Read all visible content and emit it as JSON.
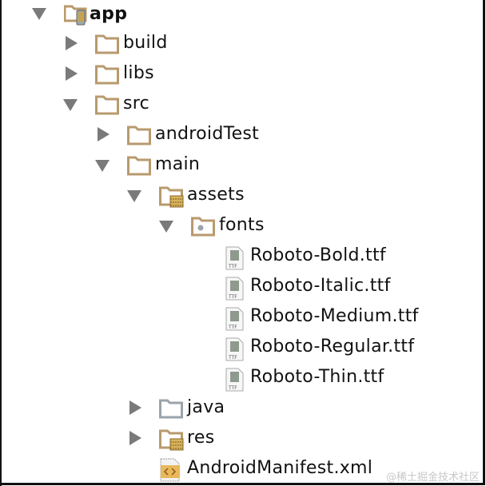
{
  "tree": {
    "root": {
      "label": "app",
      "expanded": true,
      "icon": "module-folder-icon"
    },
    "items": [
      {
        "label": "build",
        "depth": 1,
        "state": "collapsed",
        "icon": "folder-icon"
      },
      {
        "label": "libs",
        "depth": 1,
        "state": "collapsed",
        "icon": "folder-icon"
      },
      {
        "label": "src",
        "depth": 1,
        "state": "expanded",
        "icon": "folder-icon"
      },
      {
        "label": "androidTest",
        "depth": 2,
        "state": "collapsed",
        "icon": "folder-icon"
      },
      {
        "label": "main",
        "depth": 2,
        "state": "expanded",
        "icon": "folder-icon"
      },
      {
        "label": "assets",
        "depth": 3,
        "state": "expanded",
        "icon": "resource-folder-icon"
      },
      {
        "label": "fonts",
        "depth": 4,
        "state": "expanded",
        "icon": "package-folder-icon"
      },
      {
        "label": "Roboto-Bold.ttf",
        "depth": 5,
        "state": "leaf",
        "icon": "ttf-file-icon"
      },
      {
        "label": "Roboto-Italic.ttf",
        "depth": 5,
        "state": "leaf",
        "icon": "ttf-file-icon"
      },
      {
        "label": "Roboto-Medium.ttf",
        "depth": 5,
        "state": "leaf",
        "icon": "ttf-file-icon"
      },
      {
        "label": "Roboto-Regular.ttf",
        "depth": 5,
        "state": "leaf",
        "icon": "ttf-file-icon"
      },
      {
        "label": "Roboto-Thin.ttf",
        "depth": 5,
        "state": "leaf",
        "icon": "ttf-file-icon"
      },
      {
        "label": "java",
        "depth": 3,
        "state": "collapsed",
        "icon": "source-folder-icon"
      },
      {
        "label": "res",
        "depth": 3,
        "state": "collapsed",
        "icon": "resource-folder-icon"
      },
      {
        "label": "AndroidManifest.xml",
        "depth": 3,
        "state": "leaf",
        "icon": "xml-file-icon"
      }
    ],
    "ttf_badge": "TTF"
  },
  "watermark": "@稀土掘金技术社区",
  "colors": {
    "folder": "#b89a6e",
    "folder_fill": "#ffffff",
    "arrow": "#7a7a7a",
    "java_folder": "#9aa4aa"
  }
}
